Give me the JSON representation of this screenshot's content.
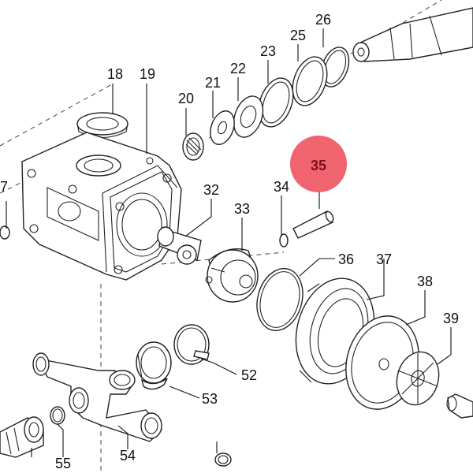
{
  "diagram": {
    "labels": {
      "l7": "7",
      "l18": "18",
      "l19": "19",
      "l20": "20",
      "l21": "21",
      "l22": "22",
      "l23": "23",
      "l25": "25",
      "l26": "26",
      "l32": "32",
      "l33": "33",
      "l34": "34",
      "l35": "35",
      "l36": "36",
      "l37": "37",
      "l38": "38",
      "l39": "39",
      "l52": "52",
      "l53": "53",
      "l54": "54",
      "l55": "55"
    },
    "highlight": {
      "part": "35",
      "color": "#f06470"
    }
  }
}
